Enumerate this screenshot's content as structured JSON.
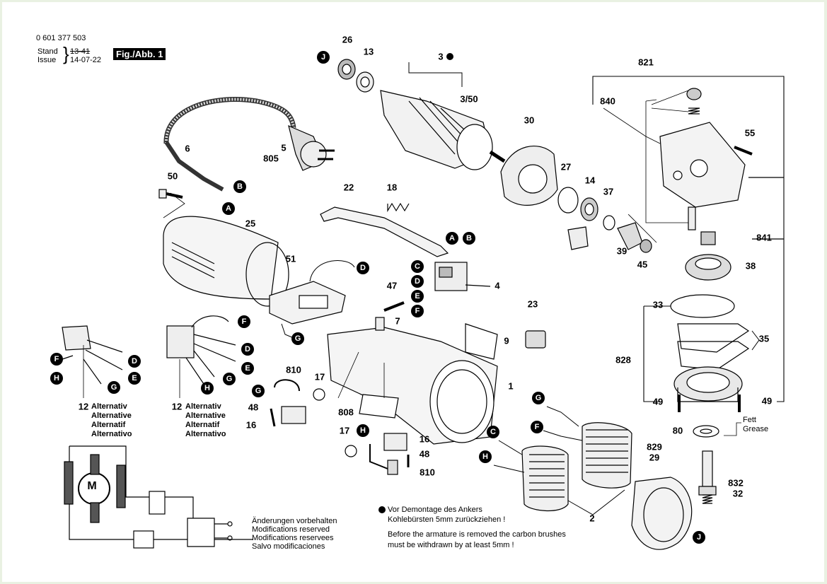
{
  "header": {
    "part_number": "0 601 377 503",
    "stand_label": "Stand",
    "issue_label": "Issue",
    "stand_value": "13-41",
    "issue_value": "14-07-22",
    "figure_label": "Fig./Abb. 1"
  },
  "callouts": {
    "n26": "26",
    "n13": "13",
    "n3": "3",
    "n3_50": "3/50",
    "n5": "5",
    "n805": "805",
    "n6": "6",
    "n30": "30",
    "n27": "27",
    "n14": "14",
    "n37": "37",
    "n39": "39",
    "n45": "45",
    "n821": "821",
    "n840": "840",
    "n55": "55",
    "n841": "841",
    "n38": "38",
    "n33": "33",
    "n35": "35",
    "n828": "828",
    "n49a": "49",
    "n49b": "49",
    "n80": "80",
    "n829": "829",
    "n29": "29",
    "n832": "832",
    "n32": "32",
    "n50": "50",
    "n22": "22",
    "n18": "18",
    "n25": "25",
    "n51": "51",
    "n4": "4",
    "n47": "47",
    "n7": "7",
    "n23": "23",
    "n9": "9",
    "n1": "1",
    "n810a": "810",
    "n17a": "17",
    "n48a": "48",
    "n16a": "16",
    "n808": "808",
    "n17b": "17",
    "n16b": "16",
    "n48b": "48",
    "n810b": "810",
    "n2": "2",
    "n12a": "12",
    "n12b": "12"
  },
  "letters": {
    "J": "J",
    "A": "A",
    "B": "B",
    "C": "C",
    "D": "D",
    "E": "E",
    "F": "F",
    "G": "G",
    "H": "H"
  },
  "alternative_labels": [
    "Alternativ",
    "Alternative",
    "Alternatif",
    "Alternativo"
  ],
  "motor_symbol": "M",
  "grease_labels": {
    "de": "Fett",
    "en": "Grease"
  },
  "notes": {
    "modifications": [
      "Änderungen vorbehalten",
      "Modifications reserved",
      "Modifications reservees",
      "Salvo modificaciones"
    ],
    "warning_de_1": "Vor Demontage des Ankers",
    "warning_de_2": "Kohlebürsten 5mm zurückziehen !",
    "warning_en_1": "Before the armature is removed the carbon brushes",
    "warning_en_2": "must be withdrawn by at least 5mm !"
  }
}
